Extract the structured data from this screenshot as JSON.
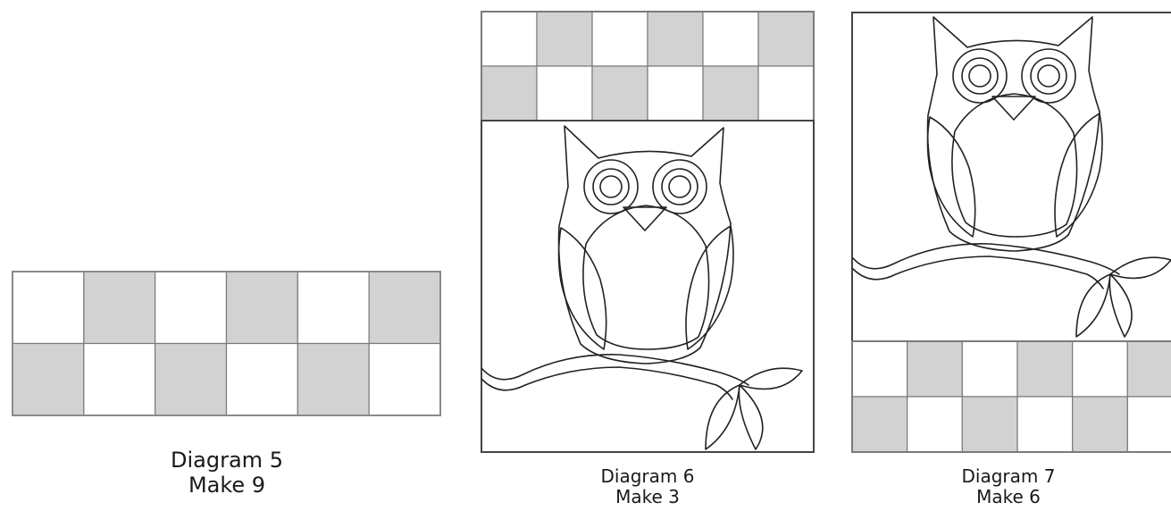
{
  "diagrams": [
    {
      "id": "diagram-5",
      "title": "Diagram 5",
      "subtitle": "Make 9",
      "rows": 2,
      "cols": 6
    },
    {
      "id": "diagram-6",
      "title": "Diagram 6",
      "subtitle": "Make 3",
      "rows": 2,
      "cols": 6
    },
    {
      "id": "diagram-7",
      "title": "Diagram 7",
      "subtitle": "Make 6",
      "rows": 2,
      "cols": 6
    }
  ],
  "colors": {
    "shaded": "#d2d2d2",
    "light": "#ffffff",
    "line": "#333333",
    "block_border": "#555555"
  }
}
